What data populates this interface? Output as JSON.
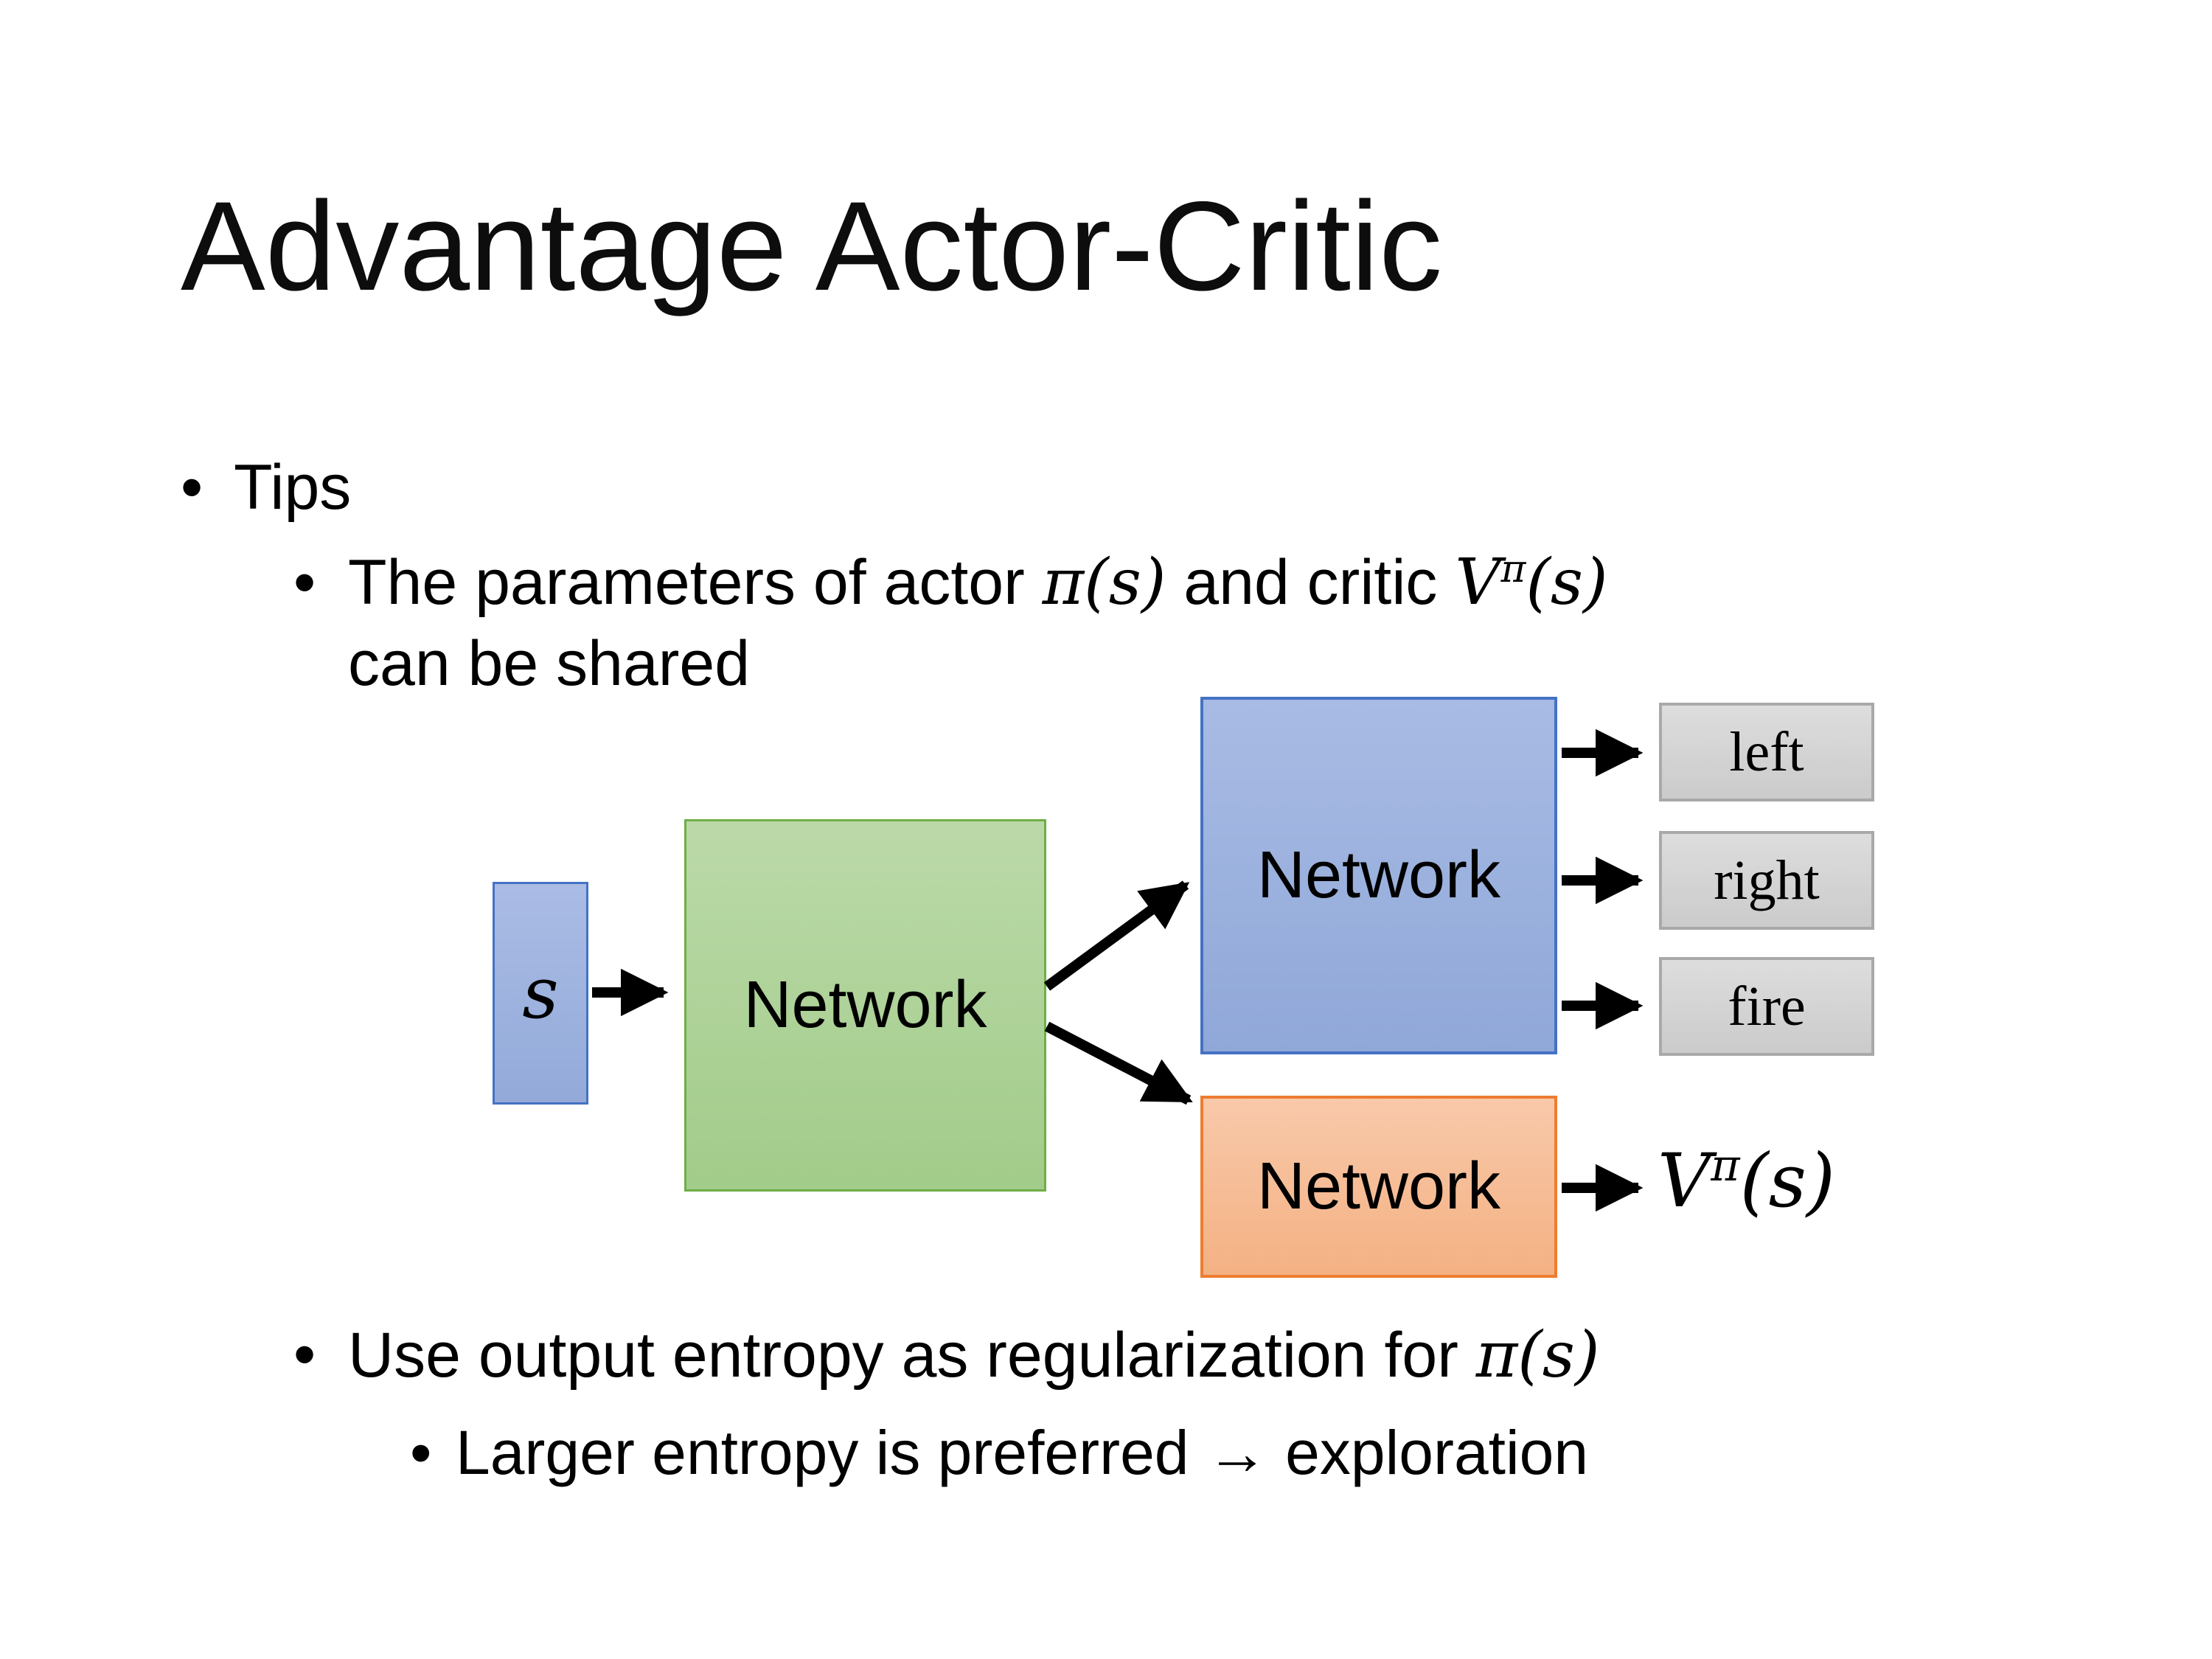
{
  "slide": {
    "title": "Advantage Actor-Critic",
    "bullet_char": "•",
    "bullets": {
      "tips": "Tips",
      "b1_pre": "The parameters of actor ",
      "b1_math1": "π(s)",
      "b1_mid": "  and critic ",
      "b1_V": "V",
      "b1_sup": "π",
      "b1_paren": "(s)",
      "b1_line2": "can be shared",
      "b2_pre": "Use output entropy as regularization for ",
      "b2_math": "π(s)",
      "b3": "Larger entropy is preferred → exploration"
    },
    "diagram": {
      "state_label": "s",
      "shared_network_label": "Network",
      "actor_network_label": "Network",
      "critic_network_label": "Network",
      "outputs": [
        "left",
        "right",
        "fire"
      ],
      "value_V": "V",
      "value_sup": "π",
      "value_paren": "(s)",
      "colors": {
        "state_fill": "#9FB4DF",
        "state_border": "#4472C4",
        "shared_fill": "#AED49A",
        "shared_border": "#70AD47",
        "actor_fill": "#9DB2DE",
        "actor_border": "#4472C4",
        "critic_fill": "#F6C2A0",
        "critic_border": "#ED7D31",
        "output_fill": "#D6D6D6",
        "output_border": "#A9A9A9",
        "arrow": "#000000",
        "text": "#000000",
        "background": "#FFFFFF"
      }
    }
  }
}
